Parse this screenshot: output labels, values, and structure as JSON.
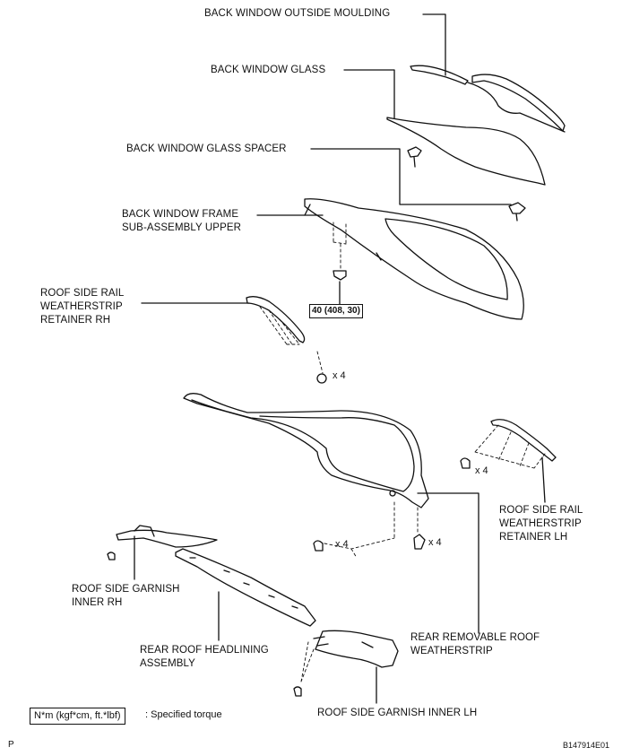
{
  "labels": {
    "back_window_outside_moulding": "BACK WINDOW OUTSIDE MOULDING",
    "back_window_glass": "BACK WINDOW GLASS",
    "back_window_glass_spacer": "BACK WINDOW GLASS SPACER",
    "back_window_frame": [
      "BACK WINDOW FRAME",
      "SUB-ASSEMBLY UPPER"
    ],
    "roof_side_rail_retainer_rh": [
      "ROOF SIDE RAIL",
      "WEATHERSTRIP",
      "RETAINER RH"
    ],
    "roof_side_rail_retainer_lh": [
      "ROOF SIDE RAIL",
      "WEATHERSTRIP",
      "RETAINER LH"
    ],
    "rear_removable_roof_weatherstrip": [
      "REAR REMOVABLE ROOF",
      "WEATHERSTRIP"
    ],
    "roof_side_garnish_inner_rh": [
      "ROOF SIDE GARNISH",
      "INNER RH"
    ],
    "rear_roof_headlining": [
      "REAR ROOF HEADLINING",
      "ASSEMBLY"
    ],
    "roof_side_garnish_inner_lh": "ROOF SIDE GARNISH INNER LH"
  },
  "torque": "40 (408, 30)",
  "counts": {
    "rh_retainer": "x 4",
    "lh_retainer": "x 4",
    "weatherstrip_left": "x 4",
    "weatherstrip_right": "x 4"
  },
  "legend": {
    "box": "N*m (kgf*cm, ft.*lbf)",
    "text": ": Specified torque"
  },
  "footer": {
    "left": "P",
    "right": "B147914E01"
  }
}
